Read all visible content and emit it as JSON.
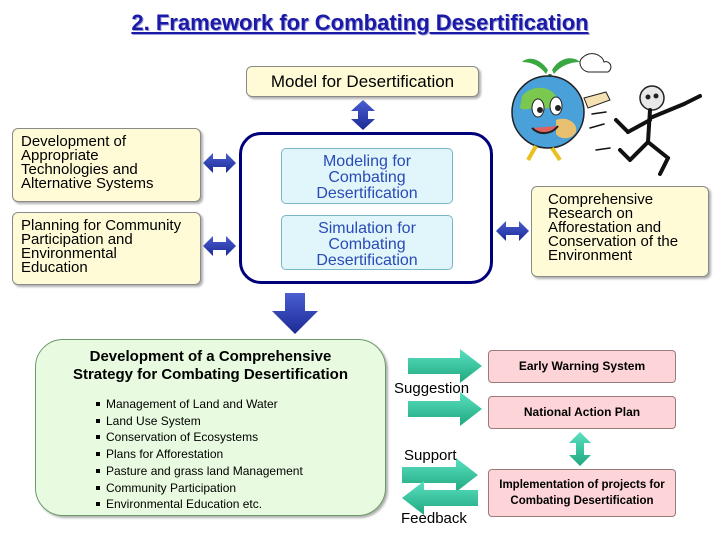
{
  "title": "2. Framework for Combating Desertification",
  "model_box": "Model for Desertification",
  "left_boxes": [
    [
      "Development of",
      "Appropriate",
      "Technologies and",
      "Alternative Systems"
    ],
    [
      "Planning for Community",
      "Participation and",
      "Environmental",
      "Education"
    ]
  ],
  "right_box": [
    "Comprehensive",
    "Research on",
    "Afforestation and",
    "Conservation of the",
    "Environment"
  ],
  "center_boxes": [
    [
      "Modeling for",
      "Combating",
      "Desertification"
    ],
    [
      "Simulation for",
      "Combating",
      "Desertification"
    ]
  ],
  "strategy": {
    "title_lines": [
      "Development of a Comprehensive",
      "Strategy for Combating Desertification"
    ],
    "items": [
      "Management of Land and Water",
      "Land Use System",
      "Conservation of Ecosystems",
      "Plans for Afforestation",
      "Pasture and grass land Management",
      "Community Participation",
      "Environmental Education etc."
    ]
  },
  "outputs": {
    "early_warning": "Early Warning System",
    "national_plan": "National Action Plan",
    "implementation_lines": [
      "Implementation of projects for",
      "Combating Desertification"
    ]
  },
  "labels": {
    "suggestion": "Suggestion",
    "support": "Support",
    "feedback": "Feedback"
  },
  "colors": {
    "title": "#1a1aa6",
    "arrow_blue": "#3344bb",
    "arrow_green": "#33c8a0",
    "box_yellow": "#fffbd6",
    "box_cyan": "#e0f6fa",
    "box_green": "#e8fbe0",
    "box_pink": "#fdd5d8"
  },
  "icons": [
    "earth-mascot-icon",
    "skeleton-desertification-icon"
  ]
}
